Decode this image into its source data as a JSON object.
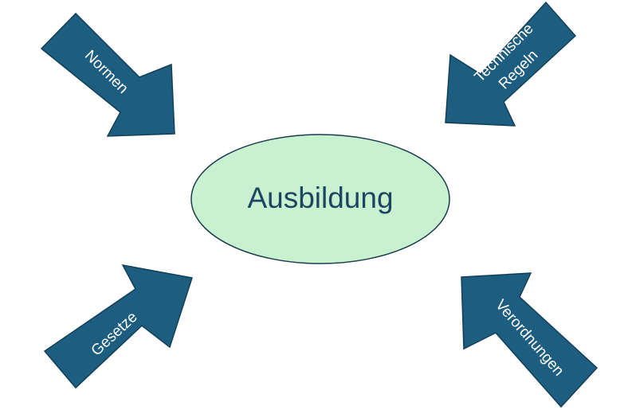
{
  "center": {
    "label": "Ausbildung"
  },
  "arrows": {
    "top_left": {
      "label": "Normen"
    },
    "top_right": {
      "line1": "Technische",
      "line2": "Regeln"
    },
    "bottom_left": {
      "label": "Gesetze"
    },
    "bottom_right": {
      "label": "Verordnungen"
    }
  },
  "colors": {
    "arrow_fill": "#1d5d7f",
    "ellipse_fill": "#c8f1cf",
    "center_text": "#1d4460"
  }
}
